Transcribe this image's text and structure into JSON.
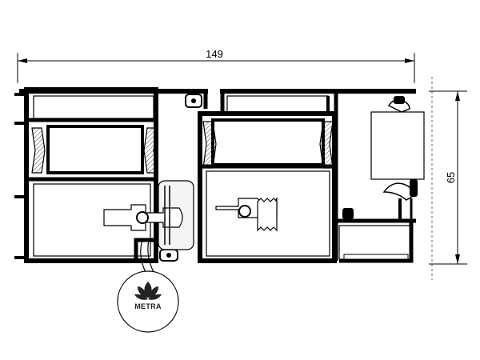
{
  "drawing": {
    "width_dimension": "149",
    "height_dimension": "65",
    "logo_text": "METRA"
  },
  "colors": {
    "profile": "#000000",
    "gasket": "#ffffff",
    "hardware_fill": "#f4f4f4",
    "hatch": "#444444"
  }
}
